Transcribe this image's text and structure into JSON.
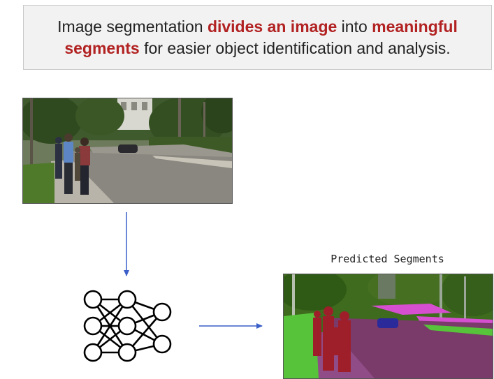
{
  "callout": {
    "part1": "Image segmentation ",
    "emphasis1": "divides an image",
    "part2": " into ",
    "emphasis2": "meaningful segments",
    "part3": " for easier object identification and analysis."
  },
  "output": {
    "title": "Predicted Segments"
  },
  "colors": {
    "emphasis": "#b22222",
    "arrow": "#3b5fc9",
    "person_segment": "#9e1f2a",
    "road_segment": "#7a3a6a",
    "vegetation_segment": "#3e6b1e",
    "sidewalk_segment": "#d54fd0",
    "car_segment": "#2a2a9a",
    "grass_segment": "#57c33a"
  },
  "icons": {
    "network": "neural-network-icon"
  }
}
